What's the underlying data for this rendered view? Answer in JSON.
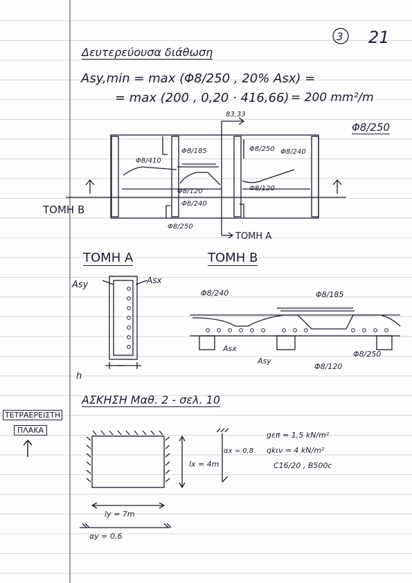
{
  "page_number": "21",
  "sheet_number": "3",
  "heading_secondary": "Δευτερεύουσα διάθωση",
  "formula": {
    "line1": "Asy,min = max (Φ8/250 , 20% Asx) =",
    "line2_left": "= max (200 , 0,20 · 416,66)",
    "line2_right": "= 200 mm²/m",
    "sub_value": "83,33",
    "result": "Φ8/250"
  },
  "plan_labels": {
    "bar_410": "Φ8/410",
    "bar_185": "Φ8/185",
    "bar_250a": "Φ8/250",
    "bar_240a": "Φ8/240",
    "bar_120a": "Φ8/120",
    "bar_240b": "Φ8/240",
    "bar_120b": "Φ8/120",
    "bar_250b": "Φ8/250",
    "section_b": "ΤΟΜΗ Β",
    "section_a": "ΤΟΜΗ Α"
  },
  "sections": {
    "title_a": "ΤΟΜΗ Α",
    "title_b": "ΤΟΜΗ Β",
    "asy": "Asy",
    "asx": "Asx",
    "h": "h",
    "b_240": "Φ8/240",
    "b_185": "Φ8/185",
    "b_asx": "Asx",
    "b_asy": "Asy",
    "b_250": "Φ8/250",
    "b_120": "Φ8/120"
  },
  "exercise": {
    "title": "ΑΣΚΗΣΗ Μαθ. 2 - σελ. 10",
    "tag_line1": "ΤΕΤΡΑΕΡΕΙΣΤΗ",
    "tag_line2": "ΠΛΑΚΑ",
    "lx": "lx = 4m",
    "ly": "ly = 7m",
    "ax": "αx = 0,8",
    "ay": "αy = 0,6",
    "g": "gεπ = 1,5 kN/m²",
    "q": "qkιν = 4 kN/m²",
    "materials": "C16/20 , B500c"
  },
  "colors": {
    "ink": "#1c1c2e",
    "rule": "#c9c9c9",
    "margin": "#555555"
  }
}
